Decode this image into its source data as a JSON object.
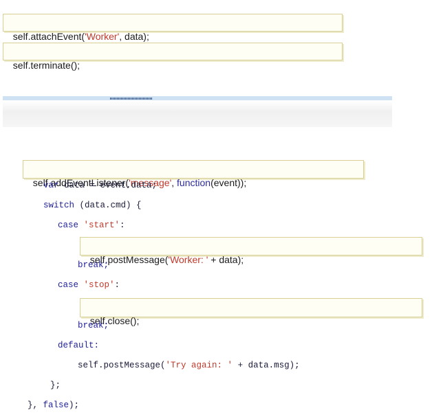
{
  "answer_options": {
    "attach_event": {
      "prefix": "self.attachEvent(",
      "string": "'Worker'",
      "suffix": ", data);"
    },
    "terminate": {
      "text": "self.terminate();"
    }
  },
  "code_listing": {
    "add_event_listener": {
      "prefix": "self.addEventListener(",
      "string": "'message'",
      "middle": ", ",
      "keyword": "function",
      "suffix": "(event));"
    },
    "var_line": {
      "keyword": "var",
      "rest": " data = event.data;"
    },
    "switch_line": {
      "keyword": "switch",
      "rest": " (data.cmd) {"
    },
    "case_start": {
      "keyword": "case",
      "space": " ",
      "string": "'start'",
      "colon": ":"
    },
    "post_message_worker": {
      "prefix": "self.postMessage(",
      "string": "'Worker: '",
      "suffix": " + data);"
    },
    "break_1": "break;",
    "case_stop": {
      "keyword": "case",
      "space": " ",
      "string": "'stop'",
      "colon": ":"
    },
    "self_close": "self.close();",
    "break_2": "break;",
    "default_line": "default:",
    "post_message_try": {
      "prefix": "self.postMessage(",
      "string": "'Try again: '",
      "suffix": " + data.msg);"
    },
    "close_brace": "};",
    "closing": {
      "prefix": "}, ",
      "keyword": "false",
      "suffix": ");"
    }
  },
  "colors": {
    "keyword": "#22229a",
    "string": "#c0392b",
    "slot_background": "#fffef4",
    "slot_border": "#d8cf95",
    "divider": "#cfe2f3"
  }
}
